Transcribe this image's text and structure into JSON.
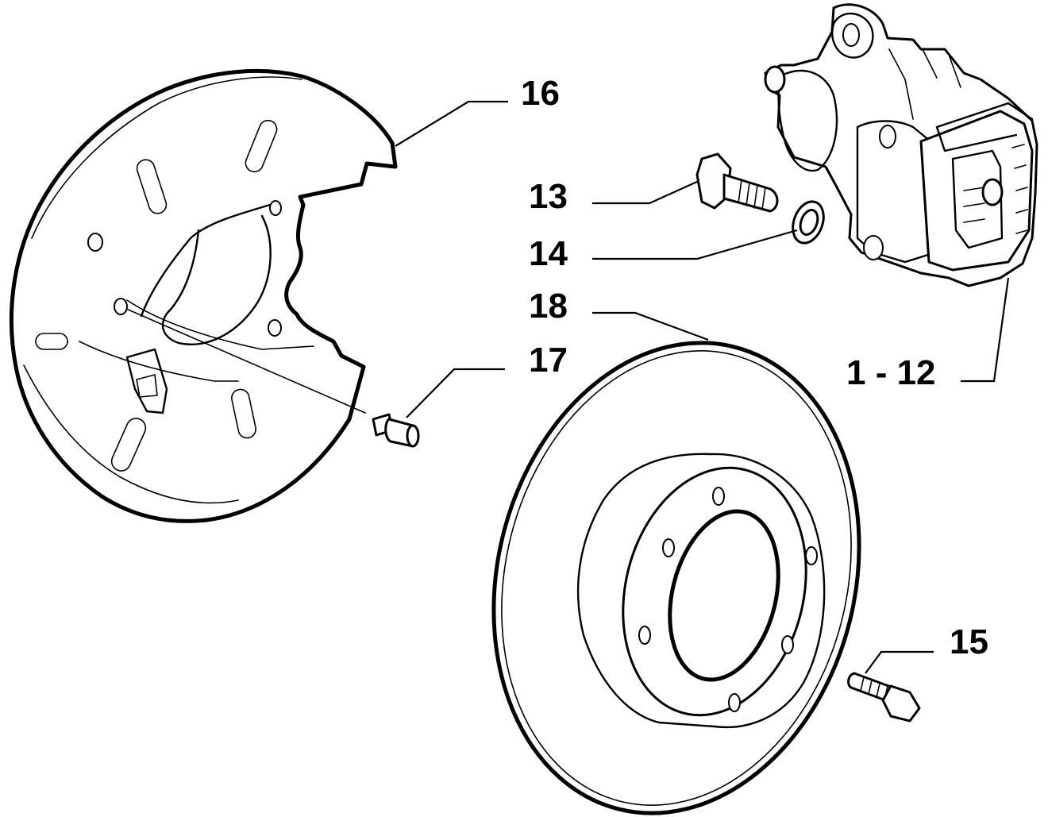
{
  "callouts": {
    "shield": "16",
    "bolt": "13",
    "washer": "14",
    "disc": "18",
    "screw": "17",
    "caliper": "1 - 12",
    "disc_bolt": "15"
  }
}
